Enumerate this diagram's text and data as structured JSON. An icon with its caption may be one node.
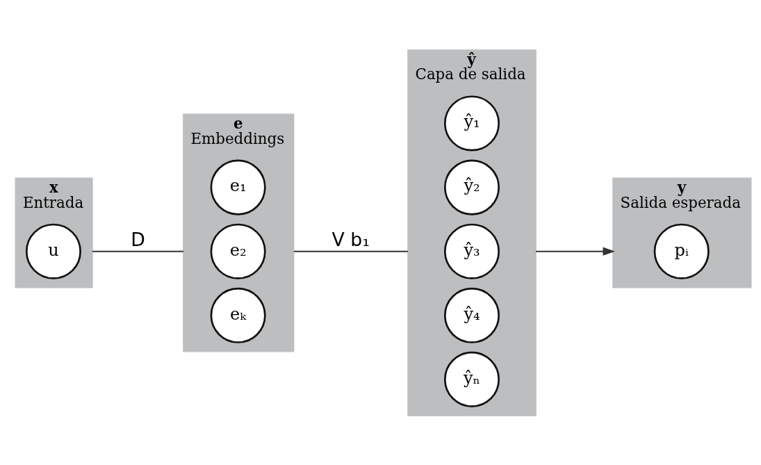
{
  "diagram": {
    "nodes": [
      {
        "text": [
          "x",
          "Entrada"
        ]
      },
      {
        "text": [
          "u"
        ],
        "in": 0
      },
      {
        "text": [
          "e",
          "Embeddings"
        ]
      },
      {
        "text": [
          "e₁"
        ],
        "in": 2
      },
      {
        "text": [
          "e₂"
        ],
        "in": 2
      },
      {
        "text": [
          "eₖ"
        ],
        "in": 2
      },
      {
        "text": [
          "ŷ",
          "Capa de salida"
        ]
      },
      {
        "text": [
          "ŷ₁"
        ],
        "in": 6
      },
      {
        "text": [
          "ŷ₂"
        ],
        "in": 6
      },
      {
        "text": [
          "ŷ₃"
        ],
        "in": 6
      },
      {
        "text": [
          "ŷ₄"
        ],
        "in": 6
      },
      {
        "text": [
          "ŷₙ"
        ],
        "in": 6
      },
      {
        "text": [
          "y",
          "Salida esperada"
        ]
      },
      {
        "text": [
          "pᵢ"
        ],
        "in": 12
      }
    ],
    "edges": [
      {
        "from": 0,
        "to": 2,
        "arrow": "none",
        "label": "D"
      },
      {
        "from": 2,
        "to": 6,
        "arrow": "none",
        "label": "V b₁"
      },
      {
        "from": 6,
        "to": 12,
        "arrow": "to"
      }
    ]
  }
}
